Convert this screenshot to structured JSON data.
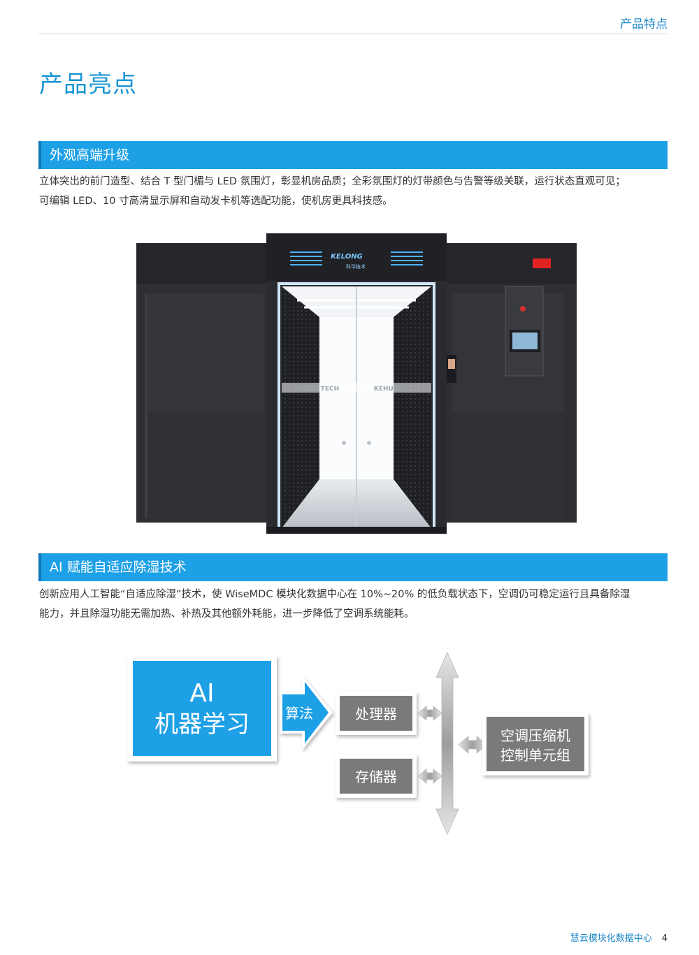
{
  "header": {
    "section_label": "产品特点"
  },
  "page_title": "产品亮点",
  "section1": {
    "title": "外观高端升级",
    "body_line1": "立体突出的前门造型、结合 T 型门楣与 LED 氛围灯，彰显机房品质；全彩氛围灯的灯带颜色与告警等级关联，运行状态直观可见；",
    "body_line2": "可编辑 LED、10 寸高清显示屏和自动发卡机等选配功能，使机房更具科技感。",
    "door_brand": "KELONG",
    "door_brand_cn": "科华技术",
    "glass_text_left": "KEHUA TECH",
    "glass_text_right": "KEHUA TECH"
  },
  "section2": {
    "title": "AI 赋能自适应除湿技术",
    "body_line1": "创新应用人工智能“自适应除湿”技术，使 WiseMDC 模块化数据中心在 10%~20% 的低负载状态下，空调仍可稳定运行且具备除湿",
    "body_line2": "能力，并且除湿功能无需加热、补热及其他额外耗能，进一步降低了空调系统能耗。"
  },
  "flow": {
    "ai_line1": "AI",
    "ai_line2": "机器学习",
    "arrow_label": "算法",
    "processor": "处理器",
    "storage": "存储器",
    "target_line1": "空调压缩机",
    "target_line2": "控制单元组"
  },
  "footer": {
    "doc_title": "慧云模块化数据中心",
    "page_number": "4"
  },
  "colors": {
    "accent": "#1da0e6",
    "box_gray": "#7a7a7a",
    "cabinet": "#2e2f33"
  }
}
